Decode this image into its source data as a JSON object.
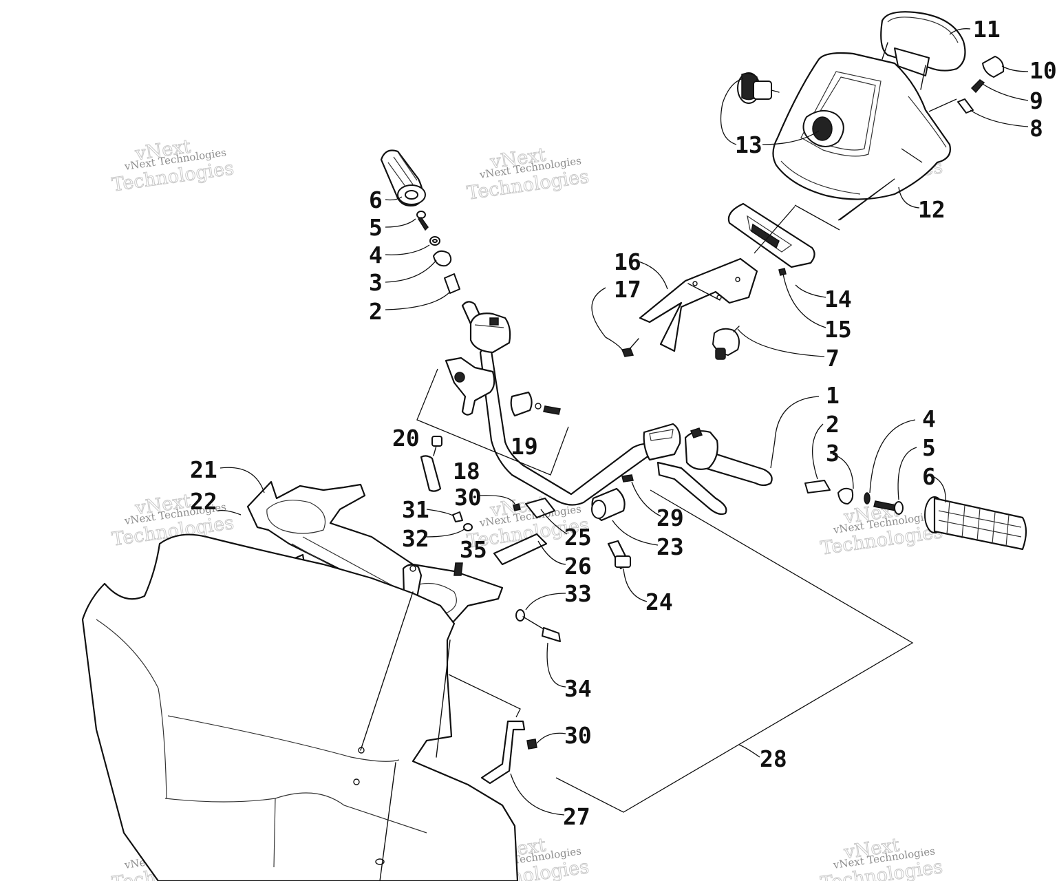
{
  "callouts": [
    {
      "id": "c11",
      "text": "11"
    },
    {
      "id": "c10",
      "text": "10"
    },
    {
      "id": "c9",
      "text": "9"
    },
    {
      "id": "c8",
      "text": "8"
    },
    {
      "id": "c13",
      "text": "13"
    },
    {
      "id": "c12",
      "text": "12"
    },
    {
      "id": "c6a",
      "text": "6"
    },
    {
      "id": "c5a",
      "text": "5"
    },
    {
      "id": "c4a",
      "text": "4"
    },
    {
      "id": "c3a",
      "text": "3"
    },
    {
      "id": "c2a",
      "text": "2"
    },
    {
      "id": "c16",
      "text": "16"
    },
    {
      "id": "c17",
      "text": "17"
    },
    {
      "id": "c14",
      "text": "14"
    },
    {
      "id": "c15",
      "text": "15"
    },
    {
      "id": "c7",
      "text": "7"
    },
    {
      "id": "c1",
      "text": "1"
    },
    {
      "id": "c2b",
      "text": "2"
    },
    {
      "id": "c3b",
      "text": "3"
    },
    {
      "id": "c4b",
      "text": "4"
    },
    {
      "id": "c5b",
      "text": "5"
    },
    {
      "id": "c6b",
      "text": "6"
    },
    {
      "id": "c20",
      "text": "20"
    },
    {
      "id": "c19",
      "text": "19"
    },
    {
      "id": "c18",
      "text": "18"
    },
    {
      "id": "c21",
      "text": "21"
    },
    {
      "id": "c22",
      "text": "22"
    },
    {
      "id": "c30a",
      "text": "30"
    },
    {
      "id": "c31",
      "text": "31"
    },
    {
      "id": "c32",
      "text": "32"
    },
    {
      "id": "c25",
      "text": "25"
    },
    {
      "id": "c29",
      "text": "29"
    },
    {
      "id": "c23",
      "text": "23"
    },
    {
      "id": "c35",
      "text": "35"
    },
    {
      "id": "c26",
      "text": "26"
    },
    {
      "id": "c24",
      "text": "24"
    },
    {
      "id": "c33",
      "text": "33"
    },
    {
      "id": "c34",
      "text": "34"
    },
    {
      "id": "c30b",
      "text": "30"
    },
    {
      "id": "c28",
      "text": "28"
    },
    {
      "id": "c27",
      "text": "27"
    }
  ],
  "watermark": {
    "line_small": "vNext Technologies",
    "line_top": "vNext",
    "line_bottom": "Technologies"
  }
}
